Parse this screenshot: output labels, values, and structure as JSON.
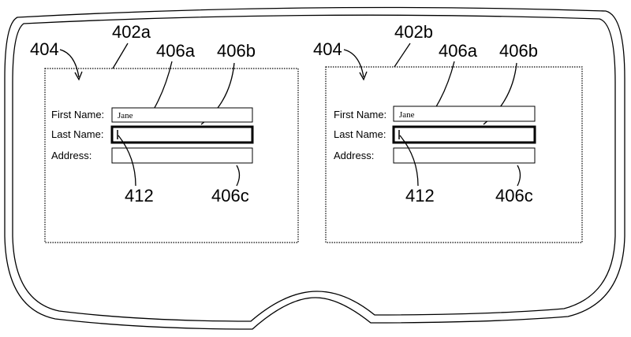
{
  "panels": [
    {
      "ref_display": "402a",
      "ref_screen": "404",
      "ref_field_first": "406a",
      "ref_field_last": "406b",
      "ref_field_address": "406c",
      "ref_cursor": "412",
      "first_name_label": "First Name:",
      "last_name_label": "Last Name:",
      "address_label": "Address:",
      "first_name_value": "Jane",
      "last_name_value": "",
      "address_value": ""
    },
    {
      "ref_display": "402b",
      "ref_screen": "404",
      "ref_field_first": "406a",
      "ref_field_last": "406b",
      "ref_field_address": "406c",
      "ref_cursor": "412",
      "first_name_label": "First Name:",
      "last_name_label": "Last Name:",
      "address_label": "Address:",
      "first_name_value": "Jane",
      "last_name_value": "",
      "address_value": ""
    }
  ]
}
